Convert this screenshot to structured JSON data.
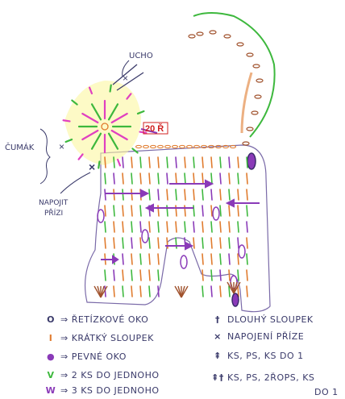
{
  "labels": {
    "ear": "UCHO",
    "stitch_count": "20 Ř",
    "pompom": "ČUMÁK",
    "join_note_line1": "NAPOJIT",
    "join_note_line2": "PŘÍZI"
  },
  "legend": [
    {
      "symbol": "O",
      "arrow": "⇒",
      "text": "ŘETÍZKOVÉ OKO"
    },
    {
      "symbol": "I",
      "arrow": "⇒",
      "text": "KRÁTKÝ SLOUPEK"
    },
    {
      "symbol": "●",
      "arrow": "⇒",
      "text": "PEVNÉ OKO"
    },
    {
      "symbol": "V",
      "arrow": "⇒",
      "text": "2 KS DO JEDNOHO"
    },
    {
      "symbol": "W",
      "arrow": "⇒",
      "text": "3 KS DO JEDNOHO"
    },
    {
      "symbol": "†",
      "arrow": "",
      "text": "DLOUHÝ SLOUPEK"
    },
    {
      "symbol": "×",
      "arrow": "",
      "text": "NAPOJENÍ PŘÍZE"
    },
    {
      "symbol": "⇞",
      "arrow": "",
      "text": "KS, PS, KS DO 1"
    },
    {
      "symbol": "⇞†",
      "arrow": "",
      "text": "KS, PS, 2ŘOPS, KS"
    },
    {
      "symbol": "",
      "arrow": "",
      "text": "DO 1"
    }
  ],
  "colors": {
    "outline": "#5a4a8a",
    "green": "#3db83d",
    "orange": "#e07b2e",
    "purple": "#8a3ab8",
    "pink": "#e040c0",
    "yellow": "#f5f060",
    "brown": "#a0522d",
    "red": "#d02020"
  }
}
